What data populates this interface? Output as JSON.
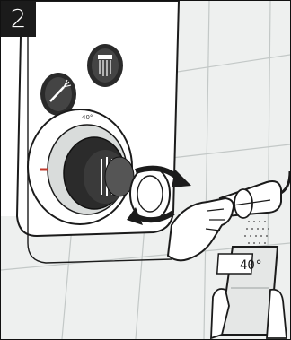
{
  "step": {
    "number": "2"
  },
  "thermometer": {
    "reading": "40°"
  },
  "dial": {
    "temperature_mark": "40°"
  },
  "colors": {
    "background": "#ffffff",
    "wall": "#e8ebea",
    "tile_line": "#bfc4c3",
    "ink": "#1b1b1b",
    "spray_dot": "#666666",
    "indicator_red": "#c0392b"
  },
  "icons": [
    "hand-shower-button-icon",
    "overhead-shower-button-icon",
    "rotation-arrows-icon",
    "thermometer-icon",
    "hand-icon",
    "hand-shower-icon"
  ]
}
